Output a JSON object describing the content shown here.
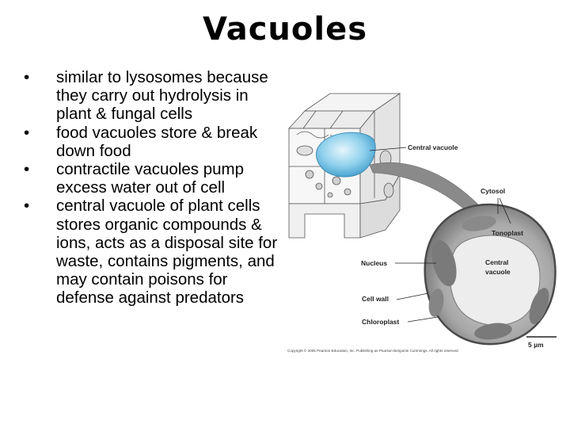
{
  "slide": {
    "title": "Vacuoles",
    "bullets": [
      "similar to lysosomes because they carry out hydrolysis in plant & fungal cells",
      "food vacuoles store & break down food",
      "contractile vacuoles pump excess water out of cell",
      "central vacuole of plant cells stores organic compounds & ions, acts as a disposal site for waste, contains pigments, and may contain poisons for defense against predators"
    ],
    "bullet_glyph": "•"
  },
  "figure": {
    "labels": {
      "central_vacuole_top": "Central vacuole",
      "cytosol": "Cytosol",
      "tonoplast": "Tonoplast",
      "nucleus": "Nucleus",
      "central_vacuole_inner_1": "Central",
      "central_vacuole_inner_2": "vacuole",
      "cell_wall": "Cell wall",
      "chloroplast": "Chloroplast",
      "scale": "5 µm"
    },
    "copyright": "Copyright © 2005 Pearson Education, Inc. Publishing as Pearson Benjamin Cummings. All rights reserved.",
    "colors": {
      "vacuole_blue": "#7cc4e4",
      "arrow_gray": "#8a8a8a",
      "micrograph": "#9a9a9a"
    }
  }
}
